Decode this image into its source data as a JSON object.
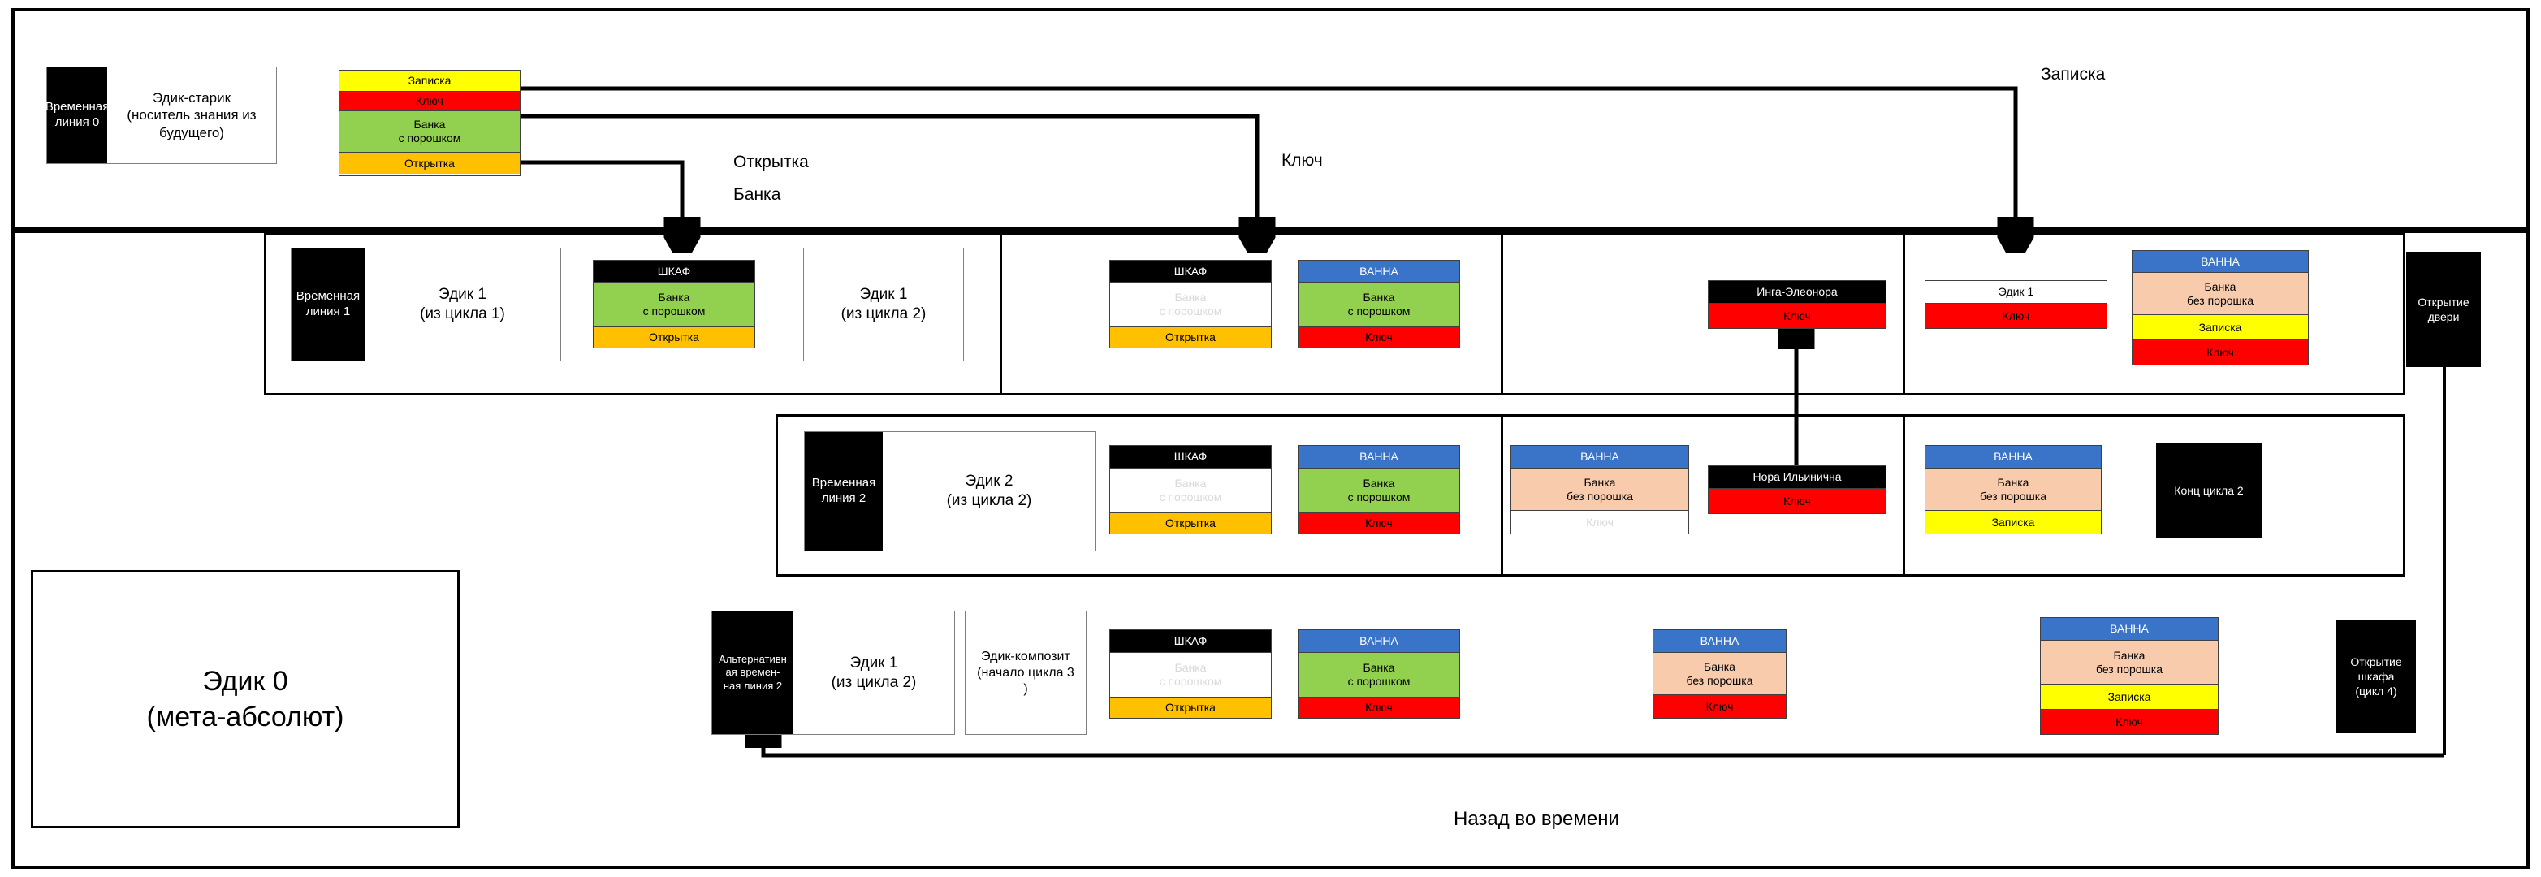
{
  "palette": {
    "black": "#000000",
    "blue": "#3A74C8",
    "green": "#92D050",
    "orange": "#FFC000",
    "red": "#FF0000",
    "yellow": "#FFFF00",
    "peach": "#F8CBAD",
    "ghost": "#D9D9D9"
  },
  "top_band": {
    "origin_person": {
      "timeline": "Временная\nлиния 0",
      "name": "Эдик-старик\n(носитель знания из\nбудущего)"
    },
    "inventory": {
      "items": [
        {
          "label": "Записка",
          "color": "yellow"
        },
        {
          "label": "Ключ",
          "color": "red"
        },
        {
          "label": "Банка\nс порошком",
          "color": "green"
        },
        {
          "label": "Открытка",
          "color": "orange"
        }
      ]
    },
    "transfer_labels": [
      {
        "id": "otkrytka",
        "text": "Открытка"
      },
      {
        "id": "banka",
        "text": "Банка"
      },
      {
        "id": "kluch",
        "text": "Ключ"
      },
      {
        "id": "zapiska",
        "text": "Записка"
      }
    ]
  },
  "row1": {
    "person": {
      "timeline": "Временная\nлиния 1",
      "name": "Эдик 1\n(из цикла 1)"
    },
    "shkaf_a": {
      "header": "ШКАФ",
      "items": [
        {
          "label": "Банка\nс порошком",
          "color": "green",
          "ghost": false
        },
        {
          "label": "Открытка",
          "color": "orange",
          "ghost": false
        }
      ]
    },
    "edik_cycle2": "Эдик 1\n(из цикла 2)",
    "shkaf_b": {
      "header": "ШКАФ",
      "items": [
        {
          "label": "Банка\nс порошком",
          "color": "white",
          "ghost": true
        },
        {
          "label": "Открытка",
          "color": "orange",
          "ghost": false
        }
      ]
    },
    "vanna_a": {
      "header": "ВАННА",
      "items": [
        {
          "label": "Банка\nс порошком",
          "color": "green",
          "ghost": false
        },
        {
          "label": "Ключ",
          "color": "red",
          "ghost": false
        }
      ]
    },
    "inga": {
      "header": "Инга-Элеонора",
      "items": [
        {
          "label": "Ключ",
          "color": "red",
          "ghost": false
        }
      ]
    },
    "edik1_key": {
      "header": "Эдик 1",
      "items": [
        {
          "label": "Ключ",
          "color": "red",
          "ghost": false
        }
      ]
    },
    "vanna_b": {
      "header": "ВАННА",
      "items": [
        {
          "label": "Банка\nбез порошка",
          "color": "peach",
          "ghost": false
        },
        {
          "label": "Записка",
          "color": "yellow",
          "ghost": false
        },
        {
          "label": "Ключ",
          "color": "red",
          "ghost": false
        }
      ]
    },
    "event": "Открытие\nдвери"
  },
  "row2": {
    "person": {
      "timeline": "Временная\nлиния 2",
      "name": "Эдик 2\n(из цикла 2)"
    },
    "shkaf": {
      "header": "ШКАФ",
      "items": [
        {
          "label": "Банка\nс порошком",
          "color": "white",
          "ghost": true
        },
        {
          "label": "Открытка",
          "color": "orange",
          "ghost": false
        }
      ]
    },
    "vanna_a": {
      "header": "ВАННА",
      "items": [
        {
          "label": "Банка\nс порошком",
          "color": "green",
          "ghost": false
        },
        {
          "label": "Ключ",
          "color": "red",
          "ghost": false
        }
      ]
    },
    "vanna_b": {
      "header": "ВАННА",
      "items": [
        {
          "label": "Банка\nбез порошка",
          "color": "peach",
          "ghost": false
        },
        {
          "label": "Ключ",
          "color": "white",
          "ghost": true
        }
      ]
    },
    "nora": {
      "header": "Нора Ильинична",
      "items": [
        {
          "label": "Ключ",
          "color": "red",
          "ghost": false
        }
      ]
    },
    "vanna_c": {
      "header": "ВАННА",
      "items": [
        {
          "label": "Банка\nбез порошка",
          "color": "peach",
          "ghost": false
        },
        {
          "label": "Записка",
          "color": "yellow",
          "ghost": false
        }
      ]
    },
    "event": "Конц цикла 2"
  },
  "row3": {
    "person": {
      "timeline": "Альтернативн\nая времен-\nная линия 2",
      "name": "Эдик 1\n(из цикла 2)"
    },
    "composite": "Эдик-композит\n(начало цикла 3\n)",
    "shkaf": {
      "header": "ШКАФ",
      "items": [
        {
          "label": "Банка\nс порошком",
          "color": "white",
          "ghost": true
        },
        {
          "label": "Открытка",
          "color": "orange",
          "ghost": false
        }
      ]
    },
    "vanna_a": {
      "header": "ВАННА",
      "items": [
        {
          "label": "Банка\nс порошком",
          "color": "green",
          "ghost": false
        },
        {
          "label": "Ключ",
          "color": "red",
          "ghost": false
        }
      ]
    },
    "vanna_b": {
      "header": "ВАННА",
      "items": [
        {
          "label": "Банка\nбез порошка",
          "color": "peach",
          "ghost": false
        },
        {
          "label": "Ключ",
          "color": "red",
          "ghost": false
        }
      ]
    },
    "vanna_c": {
      "header": "ВАННА",
      "items": [
        {
          "label": "Банка\nбез порошка",
          "color": "peach",
          "ghost": false
        },
        {
          "label": "Записка",
          "color": "yellow",
          "ghost": false
        },
        {
          "label": "Ключ",
          "color": "red",
          "ghost": false
        }
      ]
    },
    "event": "Открытие\nшкафа\n(цикл 4)"
  },
  "meta": {
    "label": "Эдик 0\n(мета-абсолют)"
  },
  "footer": {
    "back_in_time": "Назад во времени"
  }
}
